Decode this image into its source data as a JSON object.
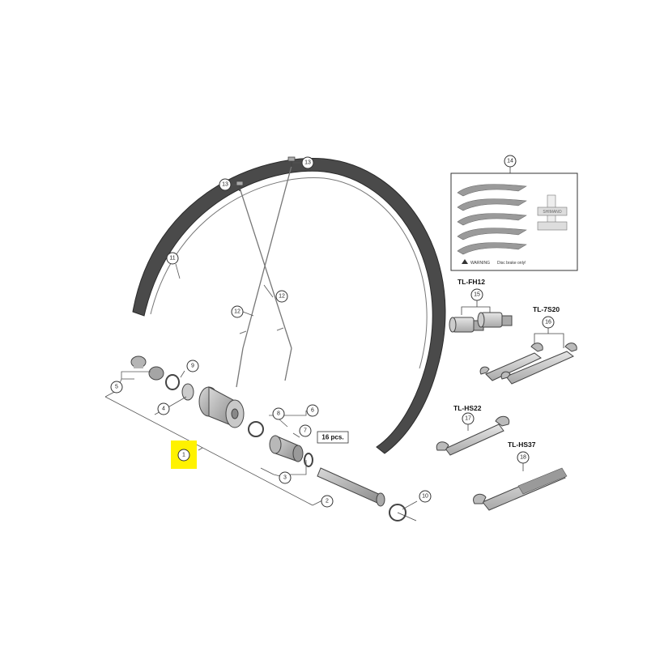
{
  "callouts": {
    "c1": "1",
    "c2": "2",
    "c3": "3",
    "c4": "4",
    "c5": "5",
    "c6": "6",
    "c7": "7",
    "c8": "8",
    "c9": "9",
    "c10": "10",
    "c11": "11",
    "c12a": "12",
    "c12b": "12",
    "c13a": "13",
    "c13b": "13",
    "c14": "14",
    "c15": "15",
    "c16": "16",
    "c17": "17",
    "c18": "18"
  },
  "spoke_qty_label": "16 pcs.",
  "tools": {
    "fh12": "TL-FH12",
    "s20": "TL-7S20",
    "hs22": "TL-HS22",
    "hs37": "TL-HS37"
  },
  "decal_sheet": {
    "warning_label": "WARNING",
    "disc_note": "Disc brake only!",
    "brand_text": "SHIMANO"
  },
  "colors": {
    "highlight": "#fff200",
    "line": "#555555",
    "part_fill": "#bdbdbd",
    "rim_fill": "#4a4a4a"
  }
}
